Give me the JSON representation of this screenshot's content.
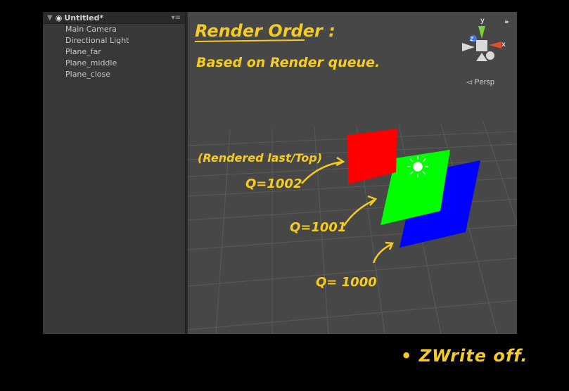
{
  "hierarchy": {
    "scene_name": "Untitled*",
    "items": [
      "Main Camera",
      "Directional Light",
      "Plane_far",
      "Plane_middle",
      "Plane_close"
    ]
  },
  "scene": {
    "persp_label": "Persp",
    "gizmo_axes": {
      "x": "x",
      "y": "y",
      "z": "z"
    }
  },
  "annotations": {
    "title": "Render Order :",
    "subtitle": "Based on Render queue.",
    "rendered_note": "(Rendered last/Top)",
    "q_close": "Q=1002",
    "q_middle": "Q=1001",
    "q_far": "Q= 1000",
    "footer": "• ZWrite off."
  },
  "colors": {
    "plane_close": "#ff0000",
    "plane_middle": "#00ff00",
    "plane_far": "#0000ff",
    "annotation": "#f5cc1f"
  }
}
